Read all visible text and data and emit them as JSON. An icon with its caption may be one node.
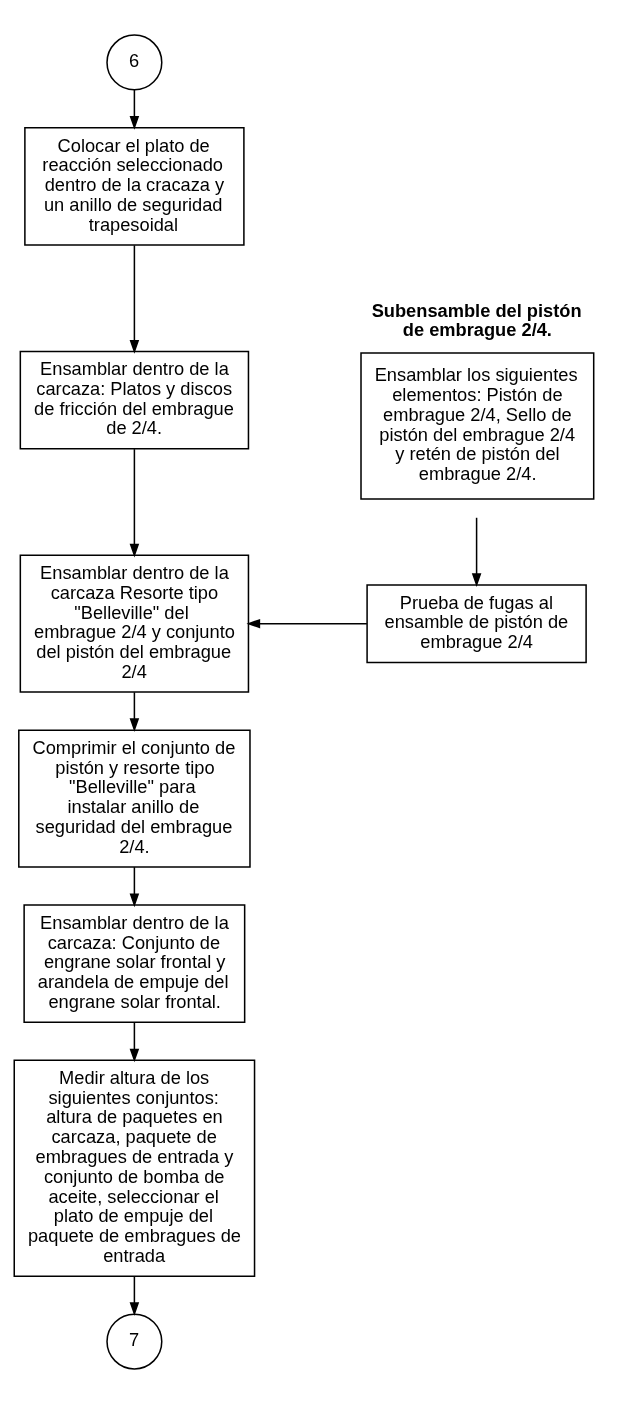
{
  "diagram": {
    "nodes": [
      {
        "text": [
          "6"
        ]
      },
      {
        "text": [
          "Colocar el plato de reacción seleccionado dentro de la cracaza y un anillo de seguridad trapesoidal"
        ]
      },
      {
        "text": [
          "Ensamblar dentro de la carcaza: Platos y discos de fricción del embrague de 2/4."
        ]
      },
      {
        "text": [
          "Ensamblar dentro de la carcaza Resorte tipo \"Belleville\" del embrague 2/4 y conjunto del pistón del embrague 2/4"
        ]
      },
      {
        "text": [
          "Comprimir el conjunto de pistón y resorte tipo \"Belleville\" para instalar anillo de seguridad del embrague 2/4."
        ]
      },
      {
        "text": [
          "Ensamblar dentro de la carcaza: Conjunto de engrane solar frontal y arandela de empuje del engrane solar frontal."
        ]
      },
      {
        "text": [
          "Medir altura de los siguientes conjuntos: altura de paquetes en carcaza, paquete de embragues de entrada y conjunto de bomba de aceite, seleccionar el plato de empuje del paquete de embragues de entrada"
        ]
      },
      {
        "text": [
          "7"
        ]
      },
      {
        "text": [
          "Subensamble del pistón de embrague 2/4.",
          "Ensamblar los siguientes elementos: Pistón de embrague 2/4, Sello de pistón del embrague 2/4 y retén de pistón del embrague 2/4."
        ]
      },
      {
        "text": [
          "Prueba de fugas al ensamble de pistón de embrague 2/4"
        ]
      }
    ],
    "edges": [
      {
        "from": 0,
        "to": 1,
        "arrow": "to"
      },
      {
        "from": 1,
        "to": 2,
        "arrow": "to"
      },
      {
        "from": 2,
        "to": 3,
        "arrow": "to"
      },
      {
        "from": 3,
        "to": 4,
        "arrow": "to"
      },
      {
        "from": 4,
        "to": 5,
        "arrow": "to"
      },
      {
        "from": 5,
        "to": 6,
        "arrow": "to"
      },
      {
        "from": 6,
        "to": 7,
        "arrow": "to"
      },
      {
        "from": 8,
        "to": 9,
        "arrow": "to"
      },
      {
        "from": 9,
        "to": 3,
        "arrow": "to"
      }
    ]
  }
}
